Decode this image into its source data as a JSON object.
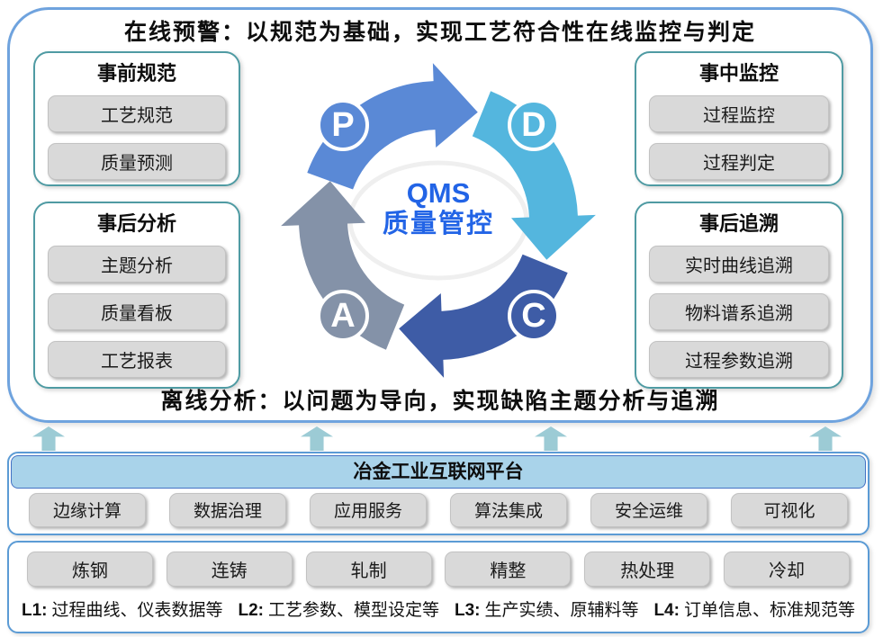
{
  "titles": {
    "online": "在线预警：以规范为基础，实现工艺符合性在线监控与判定",
    "offline": "离线分析：以问题为导向，实现缺陷主题分析与追溯"
  },
  "panels": {
    "pre": {
      "title": "事前规范",
      "items": [
        "工艺规范",
        "质量预测"
      ]
    },
    "during": {
      "title": "事中监控",
      "items": [
        "过程监控",
        "过程判定"
      ]
    },
    "post_analysis": {
      "title": "事后分析",
      "items": [
        "主题分析",
        "质量看板",
        "工艺报表"
      ]
    },
    "post_trace": {
      "title": "事后追溯",
      "items": [
        "实时曲线追溯",
        "物料谱系追溯",
        "过程参数追溯"
      ]
    }
  },
  "pdca": {
    "letters": {
      "p": "P",
      "d": "D",
      "c": "C",
      "a": "A"
    },
    "center_line1": "QMS",
    "center_line2": "质量管控",
    "colors": {
      "p": "#5A89D6",
      "d": "#54B6DE",
      "c": "#3E5CA6",
      "a": "#8492A8"
    },
    "center_text_color": "#2264E6"
  },
  "connector_arrow_color": "#9CCBD5",
  "platform": {
    "title": "冶金工业互联网平台",
    "header_color": "#A9D3EA",
    "items": [
      "边缘计算",
      "数据治理",
      "应用服务",
      "算法集成",
      "安全运维",
      "可视化"
    ]
  },
  "process": {
    "items": [
      "炼钢",
      "连铸",
      "轧制",
      "精整",
      "热处理",
      "冷却"
    ],
    "levels": [
      {
        "label": "L1:",
        "text": "过程曲线、仪表数据等"
      },
      {
        "label": "L2:",
        "text": "工艺参数、模型设定等"
      },
      {
        "label": "L3:",
        "text": "生产实绩、原辅料等"
      },
      {
        "label": "L4:",
        "text": "订单信息、标准规范等"
      }
    ]
  }
}
